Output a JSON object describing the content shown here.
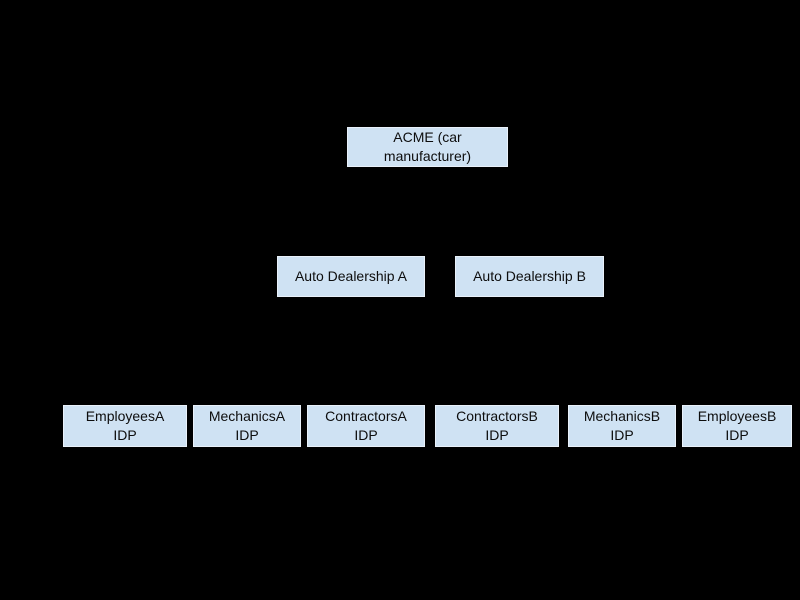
{
  "diagram": {
    "type": "hierarchy",
    "background_color": "#000000",
    "node_fill_color": "#cfe2f3",
    "node_text_color": "#0d0d0d",
    "nodes": {
      "acme": {
        "lines": [
          "ACME (car",
          "manufacturer)"
        ]
      },
      "dealership_a": {
        "lines": [
          "Auto Dealership A"
        ]
      },
      "dealership_b": {
        "lines": [
          "Auto Dealership B"
        ]
      },
      "employees_a": {
        "lines": [
          "EmployeesA",
          "IDP"
        ]
      },
      "mechanics_a": {
        "lines": [
          "MechanicsA",
          "IDP"
        ]
      },
      "contractors_a": {
        "lines": [
          "ContractorsA",
          "IDP"
        ]
      },
      "contractors_b": {
        "lines": [
          "ContractorsB",
          "IDP"
        ]
      },
      "mechanics_b": {
        "lines": [
          "MechanicsB",
          "IDP"
        ]
      },
      "employees_b": {
        "lines": [
          "EmployeesB",
          "IDP"
        ]
      }
    }
  }
}
